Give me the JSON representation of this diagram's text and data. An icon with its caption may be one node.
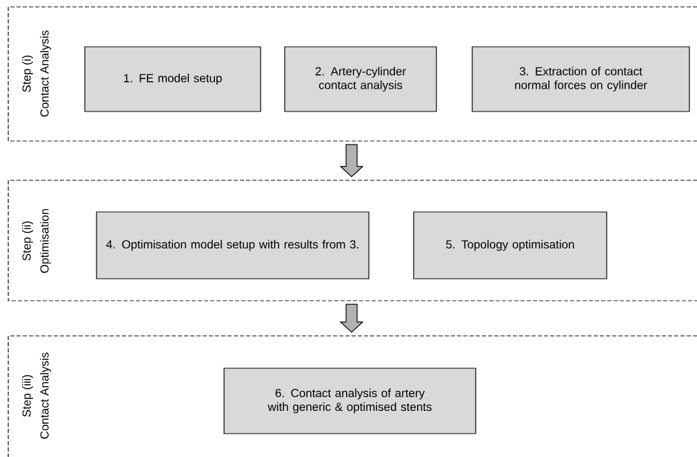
{
  "diagram": {
    "nodes": [
      {
        "text": [
          "Step (i)",
          "Contact Analysis"
        ]
      },
      {
        "text": [
          "1. FE model setup"
        ],
        "in": 0
      },
      {
        "text": [
          "2. Artery-cylinder contact analysis"
        ],
        "in": 0
      },
      {
        "text": [
          "3. Extraction of contact normal forces on cylinder"
        ],
        "in": 0
      },
      {
        "text": [
          "Step (ii)",
          "Optimisation"
        ]
      },
      {
        "text": [
          "4. Optimisation model setup with results from 3."
        ],
        "in": 4
      },
      {
        "text": [
          "5. Topology optimisation"
        ],
        "in": 4
      },
      {
        "text": [
          "Step (iii)",
          "Contact Analysis"
        ]
      },
      {
        "text": [
          "6. Contact analysis of artery with generic & optimised stents"
        ],
        "in": 7
      }
    ],
    "edges": [
      {
        "from": 0,
        "to": 4,
        "arrow": "to"
      },
      {
        "from": 4,
        "to": 7,
        "arrow": "to"
      }
    ]
  }
}
